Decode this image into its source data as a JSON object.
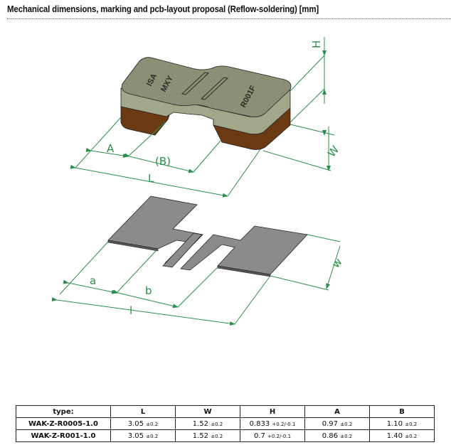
{
  "header": {
    "title": "Mechanical dimensions, marking and pcb-layout proposal (Reflow-soldering) [mm]"
  },
  "component_drawing": {
    "marking_lines": [
      "ISA",
      "MXY",
      "R001F"
    ],
    "dimension_labels": {
      "L": "L",
      "W": "W",
      "H": "H",
      "A": "A",
      "B": "(B)"
    },
    "colors": {
      "body_top": "#8b8f75",
      "body_side": "#9a9e82",
      "terminal": "#6b3a13",
      "dimension_line": "#2a8f4a"
    }
  },
  "pcb_layout": {
    "dimension_labels": {
      "l": "l",
      "a": "a",
      "b": "b",
      "w": "w"
    },
    "colors": {
      "pad": "#8a8c8c"
    }
  },
  "spec_table": {
    "headers": [
      "type:",
      "L",
      "W",
      "H",
      "A",
      "B"
    ],
    "rows": [
      {
        "type": "WAK-Z-R0005-1.0",
        "L": {
          "value": "3.05",
          "tol": "±0.2"
        },
        "W": {
          "value": "1.52",
          "tol": "±0.2"
        },
        "H": {
          "value": "0.833",
          "tol": "+0.2/-0.1"
        },
        "A": {
          "value": "0.97",
          "tol": "±0.2"
        },
        "B": {
          "value": "1.10",
          "tol": "±0.2"
        }
      },
      {
        "type": "WAK-Z-R001-1.0",
        "L": {
          "value": "3.05",
          "tol": "±0.2"
        },
        "W": {
          "value": "1.52",
          "tol": "±0.2"
        },
        "H": {
          "value": "0.7",
          "tol": "+0.2/-0.1"
        },
        "A": {
          "value": "0.86",
          "tol": "±0.2"
        },
        "B": {
          "value": "1.40",
          "tol": "±0.2"
        }
      }
    ]
  }
}
